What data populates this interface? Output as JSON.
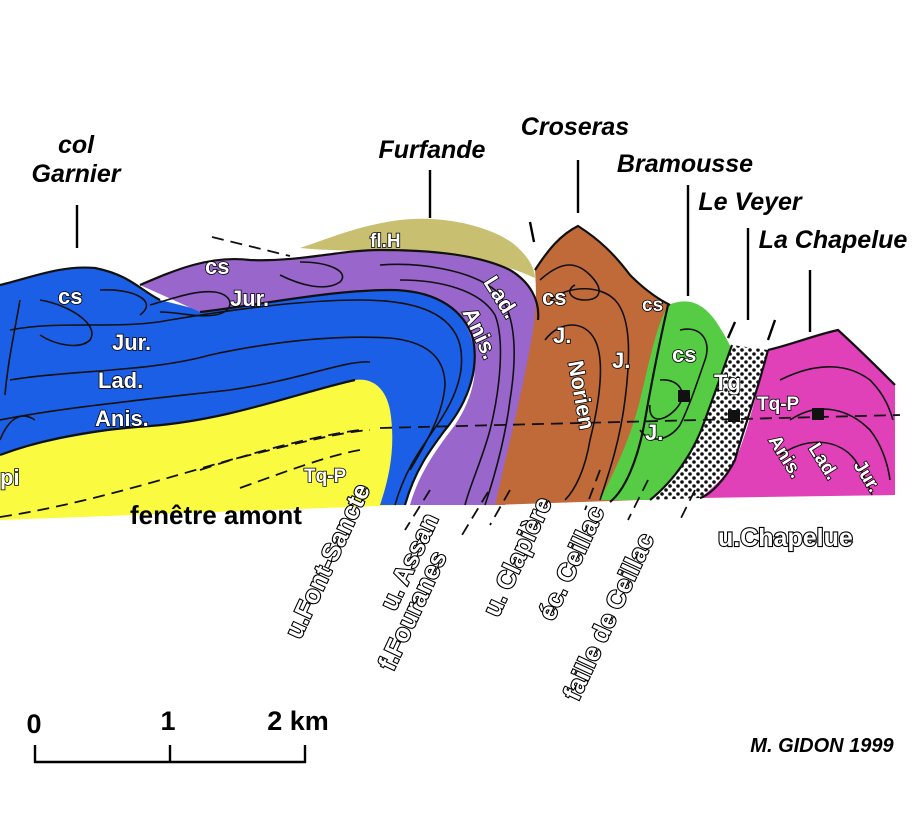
{
  "peaks": {
    "col_garnier": [
      "col",
      "Garnier"
    ],
    "furfande": "Furfande",
    "croseras": "Croseras",
    "bramousse": "Bramousse",
    "le_veyer": "Le Veyer",
    "la_chapelue": "La Chapelue"
  },
  "layers": {
    "cs": "cs",
    "jur": "Jur.",
    "lad": "Lad.",
    "anis": "Anis.",
    "fl_h": "fl.H",
    "j": "J.",
    "norien": "Norien",
    "tg": "Tg",
    "tq_p": "Tq-P",
    "pi": "pi"
  },
  "units": {
    "font_sancte": "u.Font-Sancte",
    "assan": "u. Assan",
    "fouranes": "f.Fouranes",
    "clapiere": "u. Clapière",
    "ec_ceillac": "éc. Ceillac",
    "faille_ceillac": "faille de Ceillac",
    "chapelue": "u.Chapelue"
  },
  "window_label": "fenêtre amont",
  "scale": {
    "labels": [
      "0",
      "1",
      "2 km"
    ]
  },
  "author": "M. GIDON 1999",
  "colors": {
    "blue": "#1a5fe6",
    "purple": "#9966cc",
    "olive": "#c8c070",
    "yellow": "#fafa40",
    "brown": "#c06a3a",
    "green": "#55cc44",
    "magenta": "#e040b8",
    "stipple": "#ffffff"
  }
}
